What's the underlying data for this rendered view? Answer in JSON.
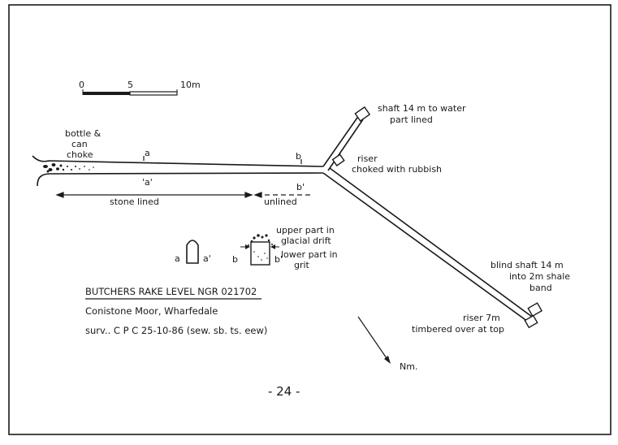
{
  "scale_bar": {
    "tick_0": "0",
    "tick_5": "5",
    "tick_10": "10m"
  },
  "labels": {
    "choke": [
      "bottle &",
      "can",
      "choke"
    ],
    "section_a": "a",
    "section_a_prime": "'a'",
    "section_b": "b",
    "section_b_prime": "b'",
    "stone_lined": "stone lined",
    "unlined": "unlined",
    "shaft_water": [
      "shaft 14 m to water",
      "part lined"
    ],
    "riser_choked": [
      "riser",
      "choked with rubbish"
    ],
    "blind_shaft": [
      "blind shaft 14 m",
      "into 2m shale",
      "band"
    ],
    "riser_7m": [
      "riser 7m",
      "timbered over at top"
    ],
    "drift": [
      "upper part in",
      "glacial drift"
    ],
    "grit": [
      "lower part in",
      "grit"
    ],
    "north": "Nm."
  },
  "cross_sections": {
    "sec_a_left": "a",
    "sec_a_right": "a'",
    "sec_b_left": "b",
    "sec_b_right": "b'"
  },
  "title": {
    "main": "BUTCHERS RAKE LEVEL  NGR 021702",
    "location": "Conistone Moor, Wharfedale",
    "survey": "surv..   C P C  25-10-86   (sew. sb. ts. eew)"
  },
  "page_number": "- 24 -"
}
